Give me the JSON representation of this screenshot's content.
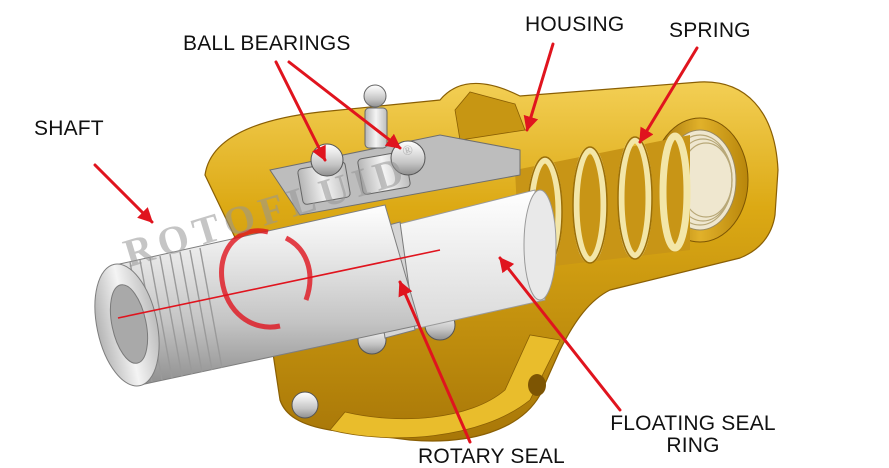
{
  "labels": {
    "shaft": "SHAFT",
    "ball_bearings": "BALL BEARINGS",
    "housing": "HOUSING",
    "spring": "SPRING",
    "floating_seal_ring_line1": "FLOATING SEAL",
    "floating_seal_ring_line2": "RING",
    "rotary_seal": "ROTARY SEAL"
  },
  "watermark": {
    "brand": "ROTOFLUID",
    "mark": "®"
  },
  "colors": {
    "arrow": "#e0141e",
    "housing_gold": "#d9a613",
    "housing_dark": "#a9780a",
    "steel_light": "#f2f2f2",
    "steel_mid": "#c8c8c8",
    "steel_dark": "#8e8e8e",
    "logo_red": "#e0141e"
  },
  "icons": [
    "rotary-joint-cutaway",
    "callout-arrow",
    "logo-ring"
  ]
}
